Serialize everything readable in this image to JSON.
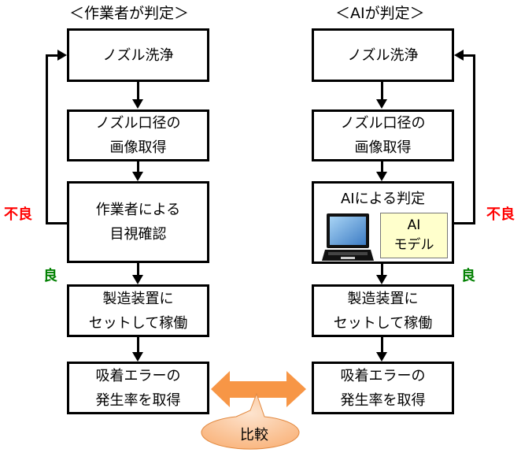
{
  "left": {
    "title": "＜作業者が判定＞",
    "steps": [
      {
        "lines": [
          "ノズル洗浄"
        ]
      },
      {
        "lines": [
          "ノズル口径の",
          "画像取得"
        ]
      },
      {
        "lines": [
          "作業者による",
          "目視確認"
        ]
      },
      {
        "lines": [
          "製造装置に",
          "セットして稼働"
        ]
      },
      {
        "lines": [
          "吸着エラーの",
          "発生率を取得"
        ]
      }
    ],
    "ng_label": "不良",
    "ok_label": "良"
  },
  "right": {
    "title": "＜AIが判定＞",
    "steps": [
      {
        "lines": [
          "ノズル洗浄"
        ]
      },
      {
        "lines": [
          "ノズル口径の",
          "画像取得"
        ]
      },
      {
        "title": "AIによる判定",
        "model_lines": [
          "AI",
          "モデル"
        ],
        "icon": "laptop-icon"
      },
      {
        "lines": [
          "製造装置に",
          "セットして稼働"
        ]
      },
      {
        "lines": [
          "吸着エラーの",
          "発生率を取得"
        ]
      }
    ],
    "ng_label": "不良",
    "ok_label": "良"
  },
  "compare": {
    "label": "比較",
    "arrow_color": "#f79646",
    "bubble_color": "#fbd5b5"
  },
  "colors": {
    "ng": "#ff0000",
    "ok": "#008000",
    "ai_model_bg": "#ffffcc"
  }
}
